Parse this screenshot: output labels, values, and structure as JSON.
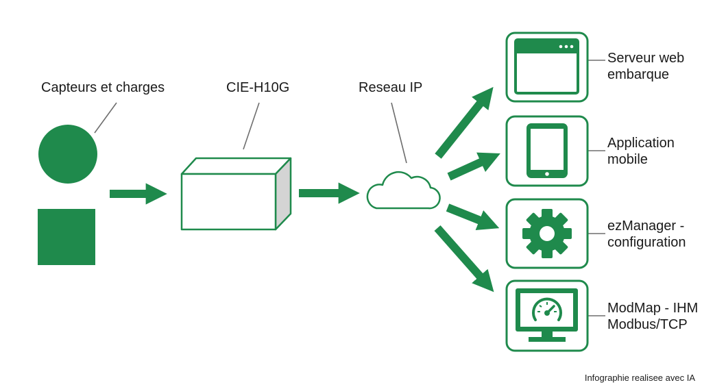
{
  "colors": {
    "accent": "#1f8a4c",
    "box_side": "#d4d4d4",
    "leader": "#6e6e6e",
    "text": "#1a1a1a"
  },
  "nodes": {
    "sensors": {
      "label": "Capteurs et charges",
      "icons": [
        "circle-icon",
        "square-icon"
      ]
    },
    "device": {
      "label": "CIE-H10G",
      "icon": "box-icon"
    },
    "network": {
      "label": "Reseau IP",
      "icon": "cloud-icon"
    }
  },
  "outputs": [
    {
      "line1": "Serveur web",
      "line2": "embarque",
      "icon": "browser-window-icon"
    },
    {
      "line1": "Application",
      "line2": "mobile",
      "icon": "tablet-icon"
    },
    {
      "line1": "ezManager -",
      "line2": "configuration",
      "icon": "gear-icon"
    },
    {
      "line1": "ModMap - IHM",
      "line2": "Modbus/TCP",
      "icon": "monitor-gauge-icon"
    }
  ],
  "footer": "Infographie realisee avec IA"
}
